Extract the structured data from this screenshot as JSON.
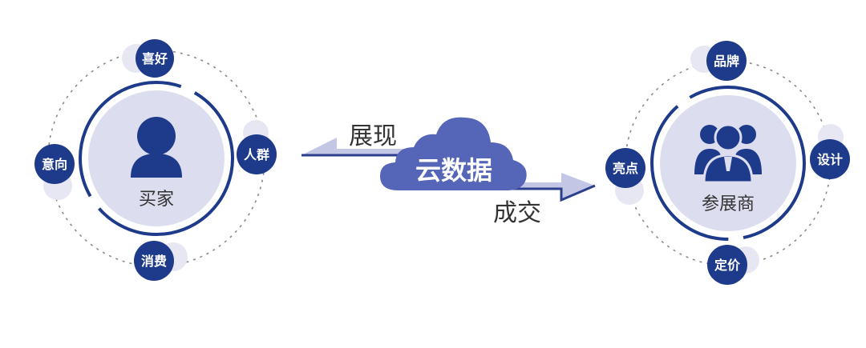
{
  "colors": {
    "navy": "#1e3a8a",
    "lavender": "#dcddef",
    "arrow_light": "#c4c6e6",
    "arrow_dark": "#2c3f8c",
    "cloud": "#5565b8",
    "dashed": "#8a8a8a"
  },
  "buyer": {
    "label": "买家",
    "icon": "person-icon",
    "satellites": {
      "top": "喜好",
      "right": "人群",
      "bottom": "消费",
      "left": "意向"
    }
  },
  "exhibitor": {
    "label": "参展商",
    "icon": "group-icon",
    "satellites": {
      "top": "品牌",
      "right": "设计",
      "bottom": "定价",
      "left": "亮点"
    }
  },
  "center": {
    "cloud_label": "云数据",
    "arrow_top_label": "展现",
    "arrow_bottom_label": "成交"
  }
}
